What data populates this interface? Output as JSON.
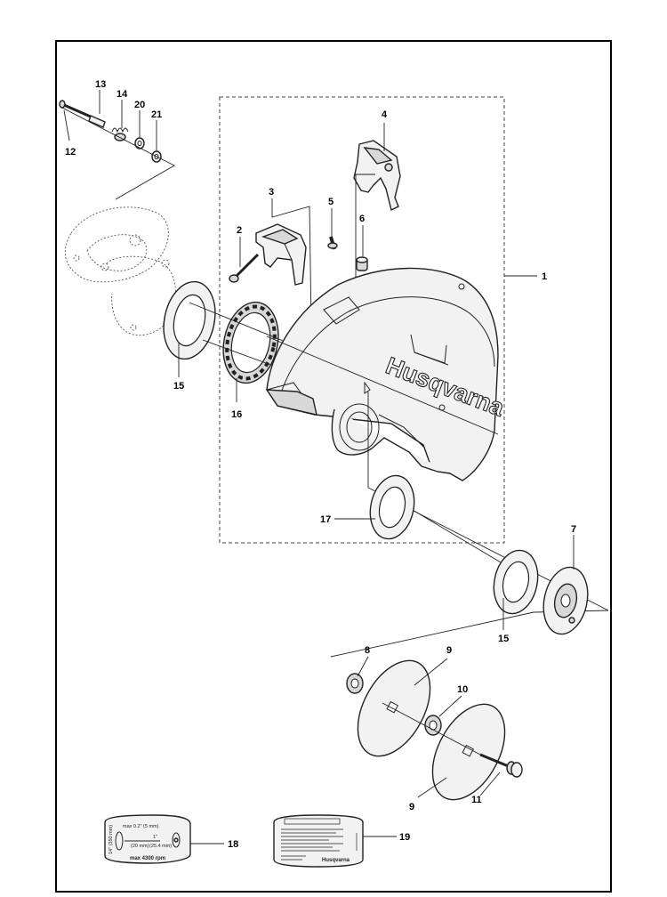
{
  "parts": {
    "p1": "1",
    "p2": "2",
    "p3": "3",
    "p4": "4",
    "p5": "5",
    "p6": "6",
    "p7": "7",
    "p8": "8",
    "p9a": "9",
    "p9b": "9",
    "p10": "10",
    "p11": "11",
    "p12": "12",
    "p13": "13",
    "p14": "14",
    "p15a": "15",
    "p15b": "15",
    "p16": "16",
    "p17": "17",
    "p18": "18",
    "p19": "19",
    "p20": "20",
    "p21": "21"
  },
  "guard_brand": "Husqvarna",
  "label18": {
    "max_depth": "max 0.2\" (5 mm)",
    "rpm": "max 4300 rpm",
    "dim_1": "(20 mm)",
    "dim_2": "1\"",
    "dim_3": "(25.4 mm)",
    "dim_side": "14\" (350 mm)"
  },
  "label19": {
    "brand": "Husqvarna"
  },
  "colors": {
    "line": "#222222",
    "frame": "#000000",
    "fill": "#f2f2f2"
  }
}
